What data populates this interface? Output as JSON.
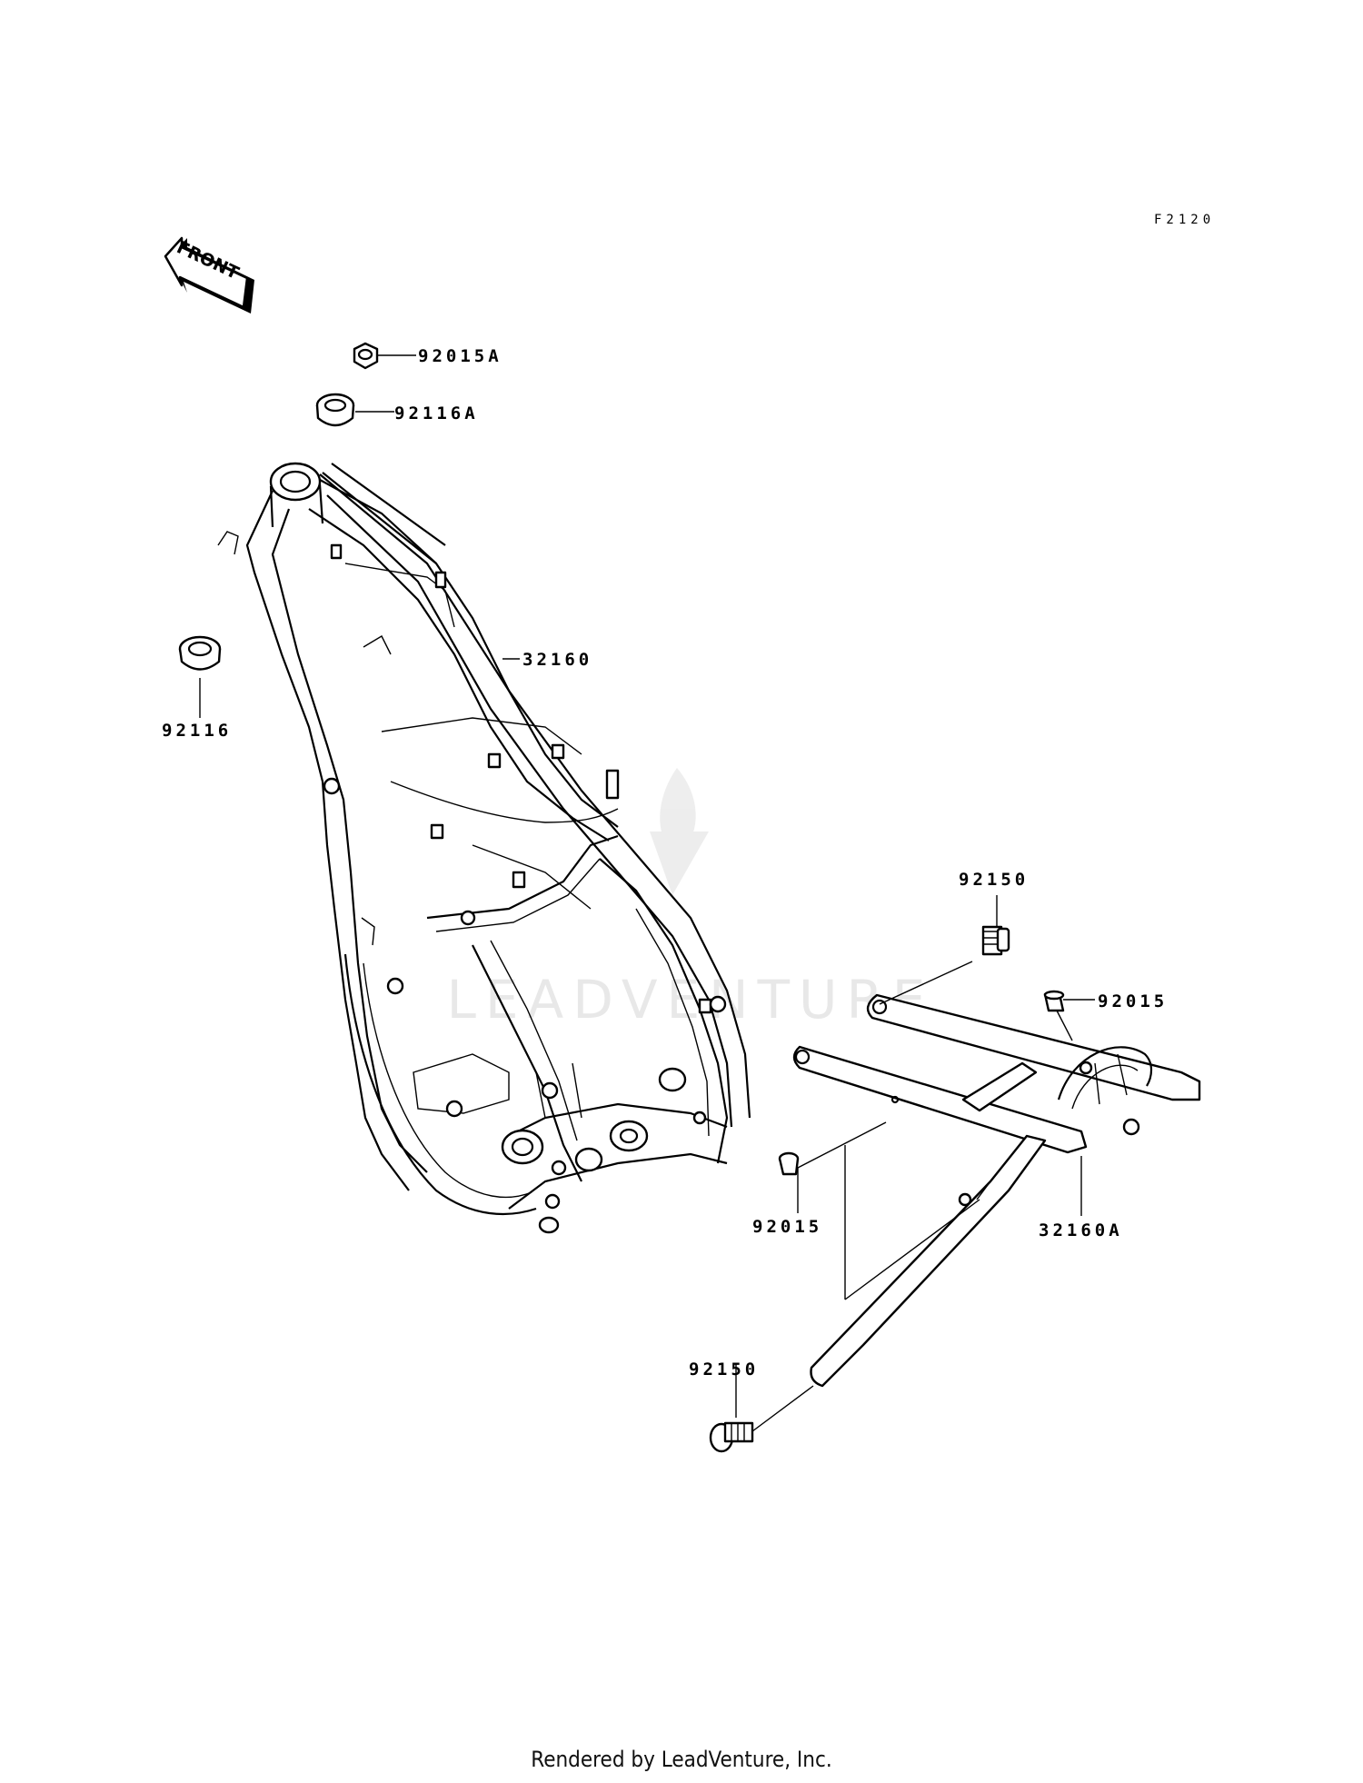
{
  "diagram": {
    "figure_code": "F2120",
    "front_arrow_text": "FRONT",
    "watermark_text": "LEADVENTURE",
    "parts": {
      "nut_top": "92015A",
      "bearing_top": "92116A",
      "frame": "32160",
      "bearing_left": "92116",
      "bolt_upper": "92150",
      "collar_right": "92015",
      "collar_left": "92015",
      "subframe": "32160A",
      "bolt_lower": "92150"
    }
  },
  "footer": {
    "text": "Rendered by LeadVenture, Inc."
  }
}
